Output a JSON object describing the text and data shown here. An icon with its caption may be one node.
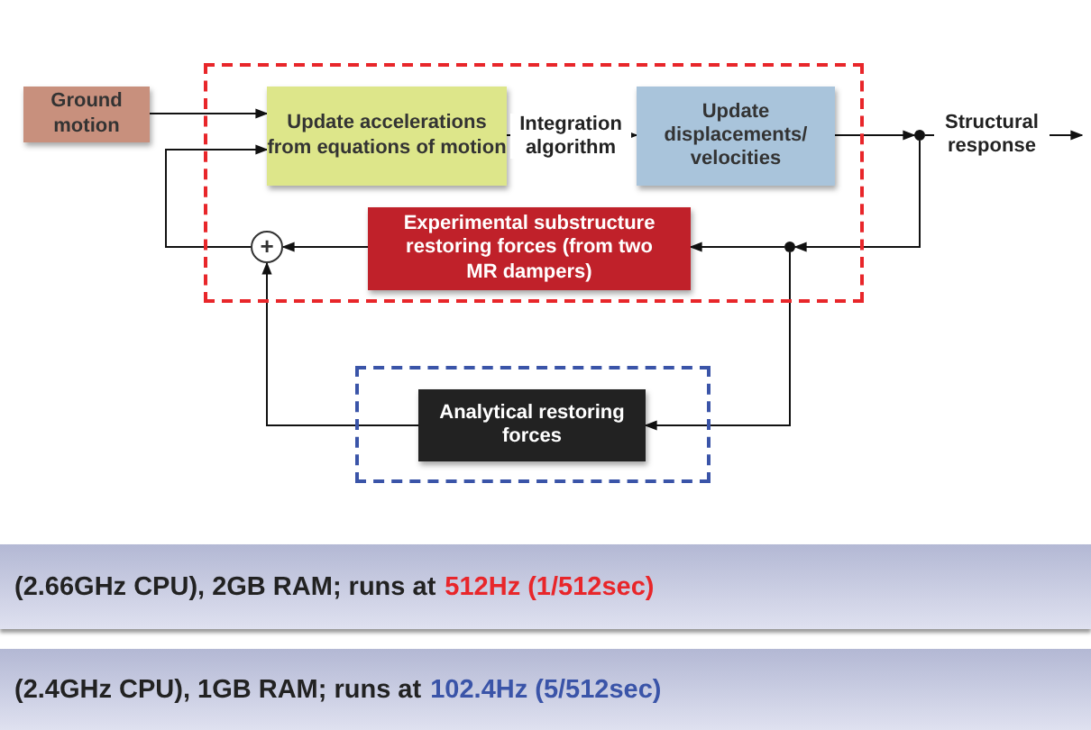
{
  "diagram": {
    "nodes": [
      {
        "text": [],
        "shape": "box"
      },
      {
        "text": [
          "Ground motion"
        ]
      },
      {
        "text": [
          "Update accelerations from equations of motion"
        ],
        "in": 0
      },
      {
        "text": [
          "Update displacements/ velocities"
        ],
        "in": 0
      },
      {
        "text": [
          "Experimental substructure restoring forces (from two MR dampers)"
        ],
        "in": 0
      },
      {
        "text": [
          "+"
        ],
        "in": 0
      },
      {
        "text": [],
        "shape": "circle"
      },
      {
        "text": [],
        "shape": "circle",
        "in": 0
      },
      {
        "text": [],
        "shape": "box"
      },
      {
        "text": [
          "Analytical restoring forces"
        ],
        "in": 8
      }
    ],
    "edges": [
      {
        "from": 1,
        "to": 2,
        "arrow": "to"
      },
      {
        "from": 2,
        "to": 3,
        "arrow": "to",
        "label": "Integration algorithm"
      },
      {
        "from": 3,
        "to": 6,
        "arrow": "to"
      },
      {
        "from": 6,
        "to": null,
        "arrow": "to",
        "label": "Structural response"
      },
      {
        "from": 6,
        "to": 7,
        "arrow": "to"
      },
      {
        "from": 7,
        "to": 4,
        "arrow": "to"
      },
      {
        "from": 7,
        "to": 9,
        "arrow": "to"
      },
      {
        "from": 4,
        "to": 5,
        "arrow": "to"
      },
      {
        "from": 9,
        "to": 5,
        "arrow": "to"
      },
      {
        "from": 5,
        "to": 2,
        "arrow": "to"
      }
    ],
    "labels": [
      "(2.66GHz CPU), 2GB RAM; runs at",
      "512Hz (1/512sec)",
      "(2.4GHz CPU), 1GB RAM; runs at",
      "102.4Hz (5/512sec)"
    ]
  }
}
